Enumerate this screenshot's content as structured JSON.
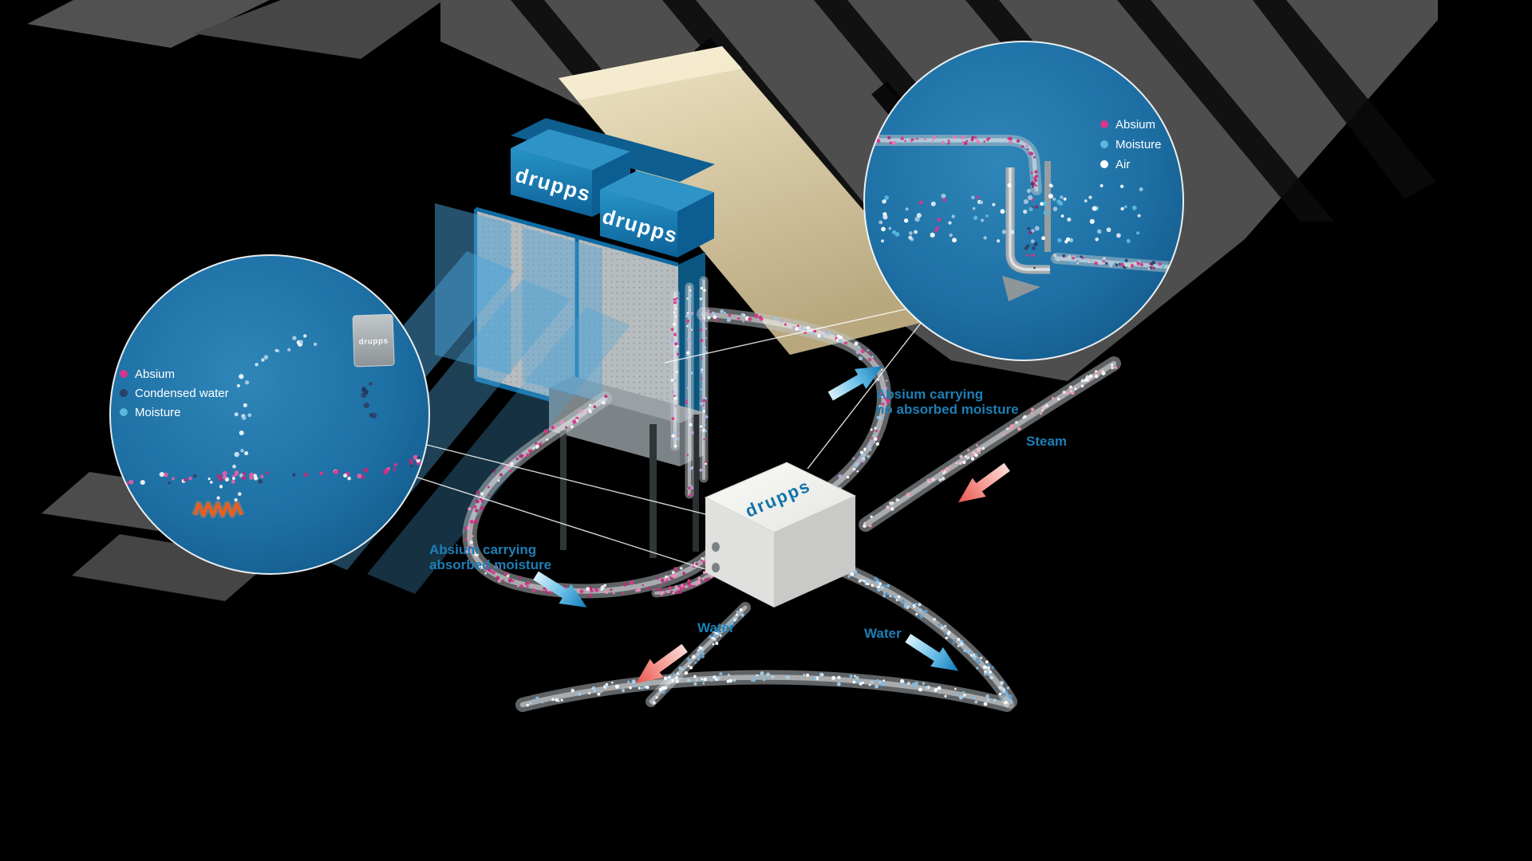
{
  "diagram": {
    "brand": "drupps",
    "unit": {
      "sign_left": "drupps",
      "sign_right": "drupps"
    },
    "regenerator": {
      "label": "drupps"
    },
    "flow_labels": {
      "absium_return": {
        "line1": "Absium carrying",
        "line2": "no absorbed moisture"
      },
      "steam": "Steam",
      "absium_out": {
        "line1": "Absium carrying",
        "line2": "absorbed moisture"
      },
      "water_left": "Water",
      "water_right": "Water"
    },
    "inset_left": {
      "box_label": "drupps",
      "legend": [
        {
          "label": "Absium",
          "color": "#d6368b"
        },
        {
          "label": "Condensed water",
          "color": "#2c4168"
        },
        {
          "label": "Moisture",
          "color": "#58b9dd"
        }
      ]
    },
    "inset_right": {
      "legend": [
        {
          "label": "Absium",
          "color": "#d6368b"
        },
        {
          "label": "Moisture",
          "color": "#58b9dd"
        },
        {
          "label": "Air",
          "color": "#ffffff"
        }
      ]
    },
    "colors": {
      "absium_pink": "#d6368b",
      "moisture_blue": "#58b9dd",
      "air_white": "#ffffff",
      "condensed_navy": "#2c4168",
      "drupps_blue": "#1173a8",
      "flow_label_blue": "#1e7fb6",
      "steam_arrow_red": "#e85550",
      "water_arrow_blue": "#1079b8",
      "inset_bg_blue": "#1d6fa4",
      "heater_orange": "#f25c19",
      "pipe_gray": "#bfc5ca",
      "beige_beam": "#e6d9b8",
      "roof_gray": "#4e4e4e"
    }
  }
}
